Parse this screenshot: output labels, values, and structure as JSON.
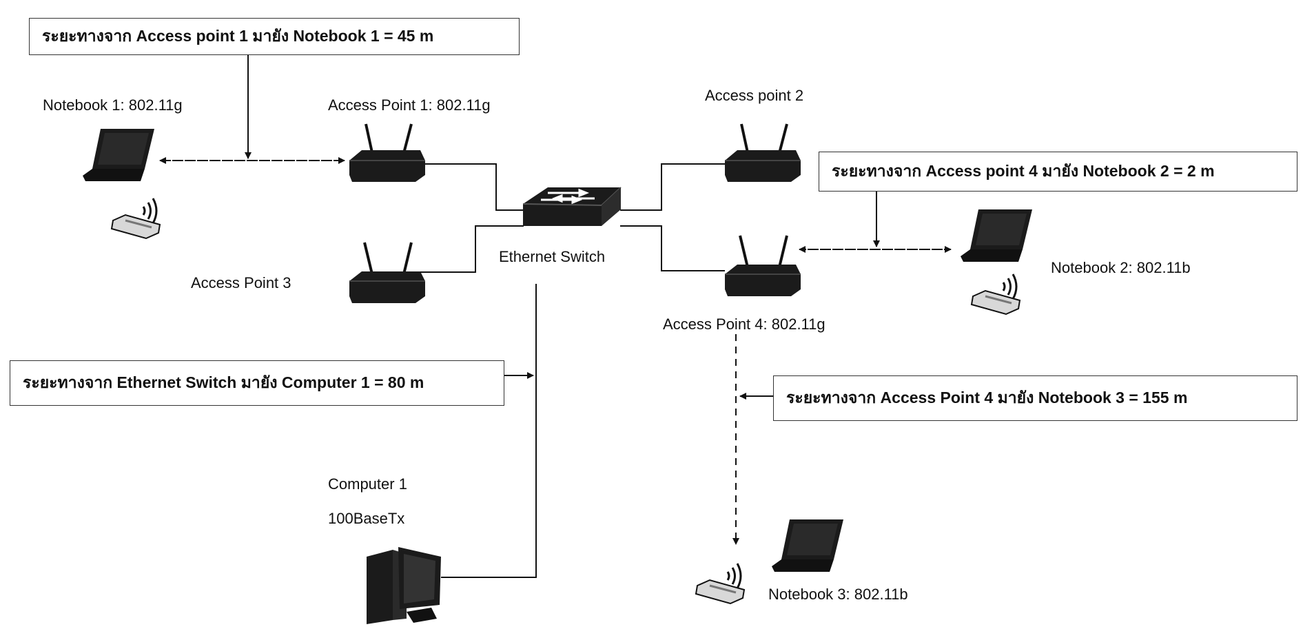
{
  "nodes": {
    "notebook1": "Notebook 1: 802.11g",
    "ap1": "Access Point 1: 802.11g",
    "ap2": "Access point 2",
    "ap3": "Access Point 3",
    "ap4": "Access Point 4: 802.11g",
    "switch": "Ethernet Switch",
    "notebook2": "Notebook 2: 802.11b",
    "notebook3": "Notebook 3: 802.11b",
    "computer1_name": "Computer 1",
    "computer1_type": "100BaseTx"
  },
  "callouts": {
    "ap1_nb1": "ระยะทางจาก Access point 1 มายัง Notebook 1 = 45 m",
    "ap4_nb2": "ระยะทางจาก Access point 4 มายัง Notebook 2 = 2 m",
    "sw_pc1": "ระยะทางจาก Ethernet Switch มายัง Computer 1 = 80 m",
    "ap4_nb3": "ระยะทางจาก Access Point 4 มายัง Notebook 3 = 155 m"
  },
  "icons": {
    "router": "wireless-router-icon",
    "switch": "ethernet-switch-icon",
    "laptop": "laptop-icon",
    "wifi_card": "wifi-card-icon",
    "desktop": "desktop-computer-icon"
  }
}
